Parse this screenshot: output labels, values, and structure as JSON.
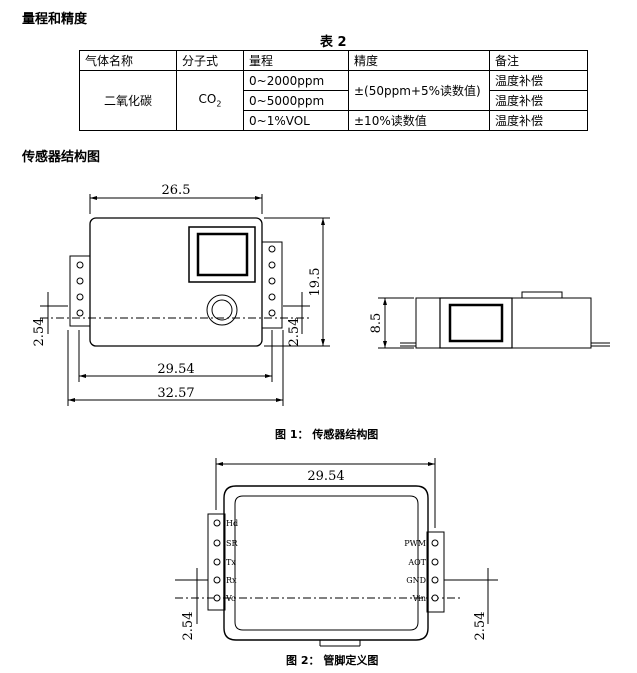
{
  "section1": {
    "title": "量程和精度",
    "table_caption": "表 2"
  },
  "table": {
    "headers": [
      "气体名称",
      "分子式",
      "量程",
      "精度",
      "备注"
    ],
    "gas": "二氧化碳",
    "formula_base": "CO",
    "formula_sub": "2",
    "ranges": [
      "0~2000ppm",
      "0~5000ppm",
      "0~1%VOL"
    ],
    "accuracy_1": "±(50ppm+5%读数值)",
    "accuracy_2": "±10%读数值",
    "notes": [
      "温度补偿",
      "温度补偿",
      "温度补偿"
    ]
  },
  "section2": {
    "title": "传感器结构图"
  },
  "figure1": {
    "dim_width": "26.5",
    "dim_height": "19.5",
    "dim_pin_left": "2.54",
    "dim_pin_right": "2.54",
    "dim_pin_span": "29.54",
    "dim_total": "32.57",
    "dim_side": "8.5",
    "caption": "图 1： 传感器结构图"
  },
  "figure2": {
    "dim_span": "29.54",
    "dim_left": "2.54",
    "dim_right": "2.54",
    "left_pins": [
      "Hd",
      "SR",
      "Tx",
      "Rx",
      "Vo"
    ],
    "right_pins": [
      "PWM",
      "AOT",
      "GND",
      "Vin"
    ],
    "caption": "图 2： 管脚定义图"
  }
}
